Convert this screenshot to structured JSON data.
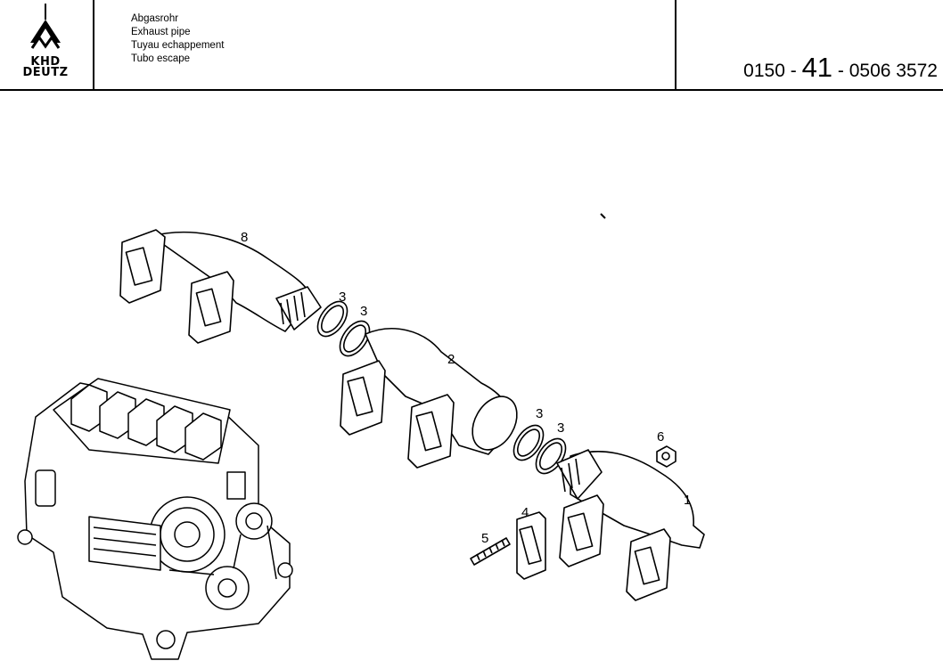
{
  "header": {
    "logo": {
      "line1": "KHD",
      "line2": "DEUTZ"
    },
    "titles": [
      "Abgasrohr",
      "Exhaust pipe",
      "Tuyau echappement",
      "Tubo escape"
    ],
    "part_number": {
      "prefix": "0150 -",
      "group": "41",
      "suffix": "- 0506  3572"
    }
  },
  "callouts": [
    "8",
    "3",
    "3",
    "2",
    "3",
    "3",
    "6",
    "1",
    "4",
    "5"
  ],
  "icons": [
    "khd-deutz-logo",
    "exhaust-manifold-drawing",
    "engine-drawing"
  ]
}
